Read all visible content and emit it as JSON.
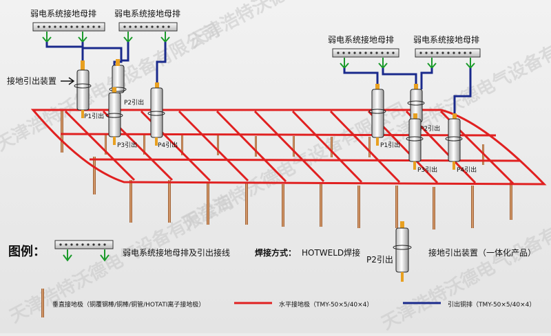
{
  "top_labels": {
    "busbar_1": "弱电系统接地母排",
    "busbar_2": "弱电系统接地母排",
    "busbar_3": "弱电系统接地母排",
    "busbar_4": "弱电系统接地母排",
    "device": "接地引出装置"
  },
  "terminals": {
    "p1_left": "P1引出",
    "p2_left": "P2引出",
    "p3_left": "P3引出",
    "p4_left": "P4引出",
    "p1_right": "P1引出",
    "p2_right": "P2引出",
    "p3_right": "P3引出",
    "p4_right": "P4引出"
  },
  "legend": {
    "title": "图例：",
    "busbar_desc": "弱电系统接地母排及引出接线",
    "weld_label": "焊接方式：",
    "weld_value": "HOTWELD焊接",
    "p2_label": "P2引出",
    "device_desc": "接地引出装置（一体化产品）",
    "rod_desc": "垂直接地极（铜覆钢棒/铜棒/铜管/HOTATI离子接地极）",
    "red_desc": "水平接地极（TMY-50×5/40×4）",
    "blue_desc": "引出铜排（TMY-50×5/40×4）"
  },
  "watermark": "天津浩特沃德电气设备有限公司",
  "colors": {
    "red": "#e02020",
    "blue": "#1a2a8c",
    "green": "#1a9a2a",
    "rod": "#c07848",
    "orange": "#e8a020"
  }
}
